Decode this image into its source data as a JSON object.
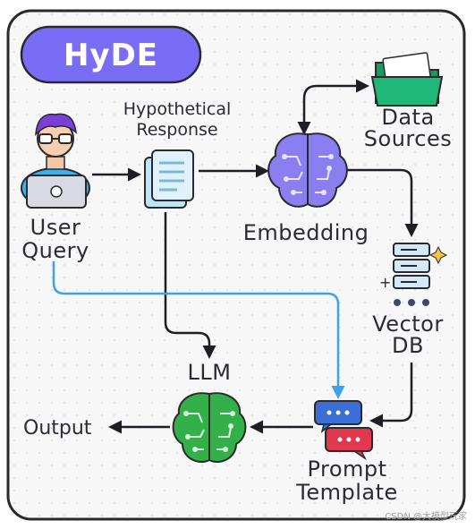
{
  "title": "HyDE",
  "nodes": {
    "user_query": {
      "line1": "User",
      "line2": "Query"
    },
    "hypothetical_response": {
      "line1": "Hypothetical",
      "line2": "Response"
    },
    "embedding": {
      "label": "Embedding"
    },
    "data_sources": {
      "line1": "Data",
      "line2": "Sources"
    },
    "vector_db": {
      "line1": "Vector",
      "line2": "DB"
    },
    "llm": {
      "label": "LLM"
    },
    "prompt_template": {
      "line1": "Prompt",
      "line2": "Template"
    },
    "output": {
      "label": "Output"
    }
  },
  "icons": {
    "user": "user-at-laptop-icon",
    "document": "document-stack-icon",
    "embedding_brain": "brain-circuit-icon",
    "folder": "folder-icon",
    "database": "database-server-icon",
    "llm_brain": "brain-circuit-icon",
    "chat": "chat-bubbles-icon"
  },
  "colors": {
    "title_bg": "#7b6cf6",
    "arrow_dark": "#1e1e24",
    "arrow_blue": "#3fa0f0",
    "embedding_brain": "#8a7ff0",
    "llm_brain": "#34b04a",
    "folder": "#1fb878",
    "chat_blue": "#3b6fd6",
    "chat_red": "#e0394f"
  },
  "watermark": "CSDN @大模型玩家"
}
